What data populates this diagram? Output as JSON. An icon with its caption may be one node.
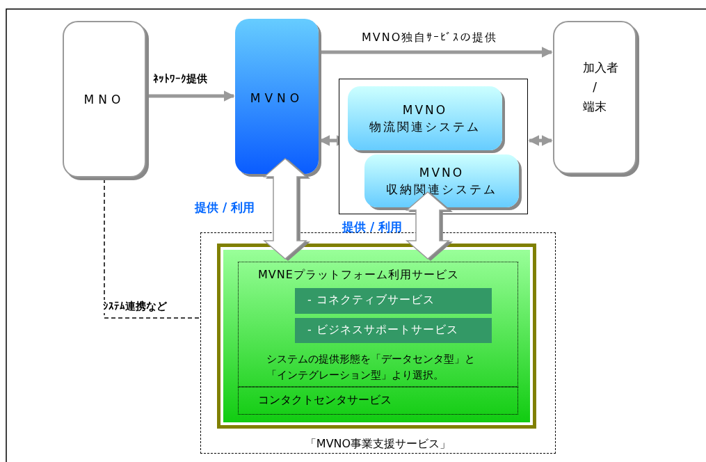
{
  "diagram": {
    "nodes": [
      {
        "text": [
          "MNO"
        ]
      },
      {
        "text": [
          "MVNO"
        ]
      },
      {
        "text": [
          "加入者 / 端末"
        ]
      },
      {
        "text": [],
        "shape": "box"
      },
      {
        "text": [
          "MVNO 物流関連システム"
        ],
        "in": 3
      },
      {
        "text": [
          "MVNO 収納関連システム"
        ],
        "in": 3
      },
      {
        "text": [
          "「MVNO事業支援サービス」"
        ]
      },
      {
        "text": [],
        "shape": "box",
        "in": 6
      },
      {
        "text": [
          "MVNEプラットフォーム利用サービス",
          "システムの提供形態を「データセンタ型」と「インテグレーション型」より選択。"
        ],
        "in": 7
      },
      {
        "text": [
          "- コネクティブサービス"
        ],
        "in": 8
      },
      {
        "text": [
          "- ビジネスサポートサービス"
        ],
        "in": 8
      },
      {
        "text": [
          "コンタクトセンタサービス"
        ],
        "in": 7
      }
    ],
    "edges": [
      {
        "from": 0,
        "to": 1,
        "arrow": "to",
        "label": "ﾈｯﾄﾜｰｸ提供"
      },
      {
        "from": 1,
        "to": 2,
        "arrow": "to",
        "label": "MVNO独自ｻｰﾋﾞｽの提供"
      },
      {
        "from": 1,
        "to": 4,
        "arrow": "both"
      },
      {
        "from": 3,
        "to": 2,
        "arrow": "both"
      },
      {
        "from": 1,
        "to": 7,
        "arrow": "both",
        "label": "提供 / 利用",
        "style": "thick"
      },
      {
        "from": 5,
        "to": 7,
        "arrow": "both",
        "label": "提供 / 利用",
        "style": "thick"
      },
      {
        "from": 0,
        "to": 6,
        "arrow": "none",
        "label": "ｼｽﾃﾑ連携など",
        "style": "dashed",
        "color": "#000000"
      }
    ]
  }
}
